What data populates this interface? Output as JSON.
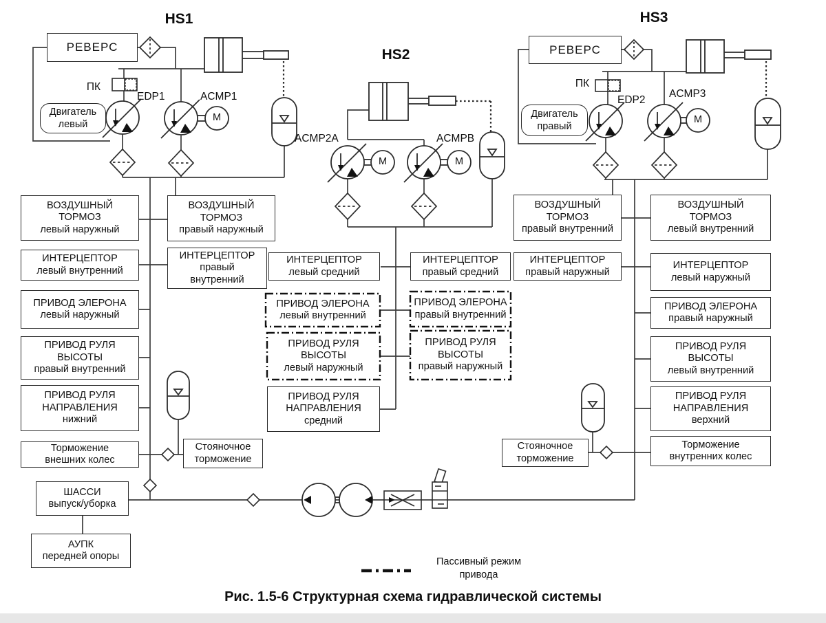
{
  "figure": {
    "caption": "Рис. 1.5-6 Структурная схема гидравлической системы",
    "legend": {
      "label": "Пассивный режим\nпривода"
    }
  },
  "systems": {
    "hs1": {
      "label": "HS1",
      "reverse": "РЕВЕРС",
      "pk": "ПК",
      "engine": "Двигатель\nлевый",
      "pump1": "EDP1",
      "pump2": "ACMP1",
      "motor": "M"
    },
    "hs2": {
      "label": "HS2",
      "pump1": "ACMP2A",
      "pump2": "ACMPB",
      "motor1": "M",
      "motor2": "M"
    },
    "hs3": {
      "label": "HS3",
      "reverse": "РЕВЕРС",
      "pk": "ПК",
      "engine": "Двигатель\nправый",
      "pump1": "EDP2",
      "pump2": "ACMP3",
      "motor": "M"
    }
  },
  "consumers": [
    {
      "text": "ВОЗДУШНЫЙ\nТОРМОЗ\nлевый наружный",
      "passive": false
    },
    {
      "text": "ИНТЕРЦЕПТОР\nлевый внутренний",
      "passive": false
    },
    {
      "text": "ПРИВОД ЭЛЕРОНА\nлевый наружный",
      "passive": false
    },
    {
      "text": "ПРИВОД РУЛЯ\nВЫСОТЫ\nправый внутренний",
      "passive": false
    },
    {
      "text": "ПРИВОД РУЛЯ\nНАПРАВЛЕНИЯ\nнижний",
      "passive": false
    },
    {
      "text": "Торможение\nвнешних колес",
      "passive": false
    },
    {
      "text": "ШАССИ\nвыпуск/уборка",
      "passive": false
    },
    {
      "text": "АУПК\nпередней опоры",
      "passive": false
    },
    {
      "text": "ВОЗДУШНЫЙ\nТОРМОЗ\nправый наружный",
      "passive": false
    },
    {
      "text": "ИНТЕРЦЕПТОР\nправый\nвнутренний",
      "passive": false
    },
    {
      "text": "ИНТЕРЦЕПТОР\nлевый средний",
      "passive": false
    },
    {
      "text": "ПРИВОД ЭЛЕРОНА\nлевый внутренний",
      "passive": true
    },
    {
      "text": "ПРИВОД РУЛЯ\nВЫСОТЫ\nлевый наружный",
      "passive": true
    },
    {
      "text": "ПРИВОД РУЛЯ\nНАПРАВЛЕНИЯ\nсредний",
      "passive": false
    },
    {
      "text": "ИНТЕРЦЕПТОР\nправый средний",
      "passive": false
    },
    {
      "text": "ПРИВОД ЭЛЕРОНА\nправый внутренний",
      "passive": true
    },
    {
      "text": "ПРИВОД РУЛЯ\nВЫСОТЫ\nправый наружный",
      "passive": true
    },
    {
      "text": "ВОЗДУШНЫЙ\nТОРМОЗ\nправый внутренний",
      "passive": false
    },
    {
      "text": "ИНТЕРЦЕПТОР\nправый наружный",
      "passive": false
    },
    {
      "text": "ВОЗДУШНЫЙ\nТОРМОЗ\nлевый внутренний",
      "passive": false
    },
    {
      "text": "ИНТЕРЦЕПТОР\nлевый наружный",
      "passive": false
    },
    {
      "text": "ПРИВОД ЭЛЕРОНА\nправый наружный",
      "passive": false
    },
    {
      "text": "ПРИВОД РУЛЯ\nВЫСОТЫ\nлевый внутренний",
      "passive": false
    },
    {
      "text": "ПРИВОД РУЛЯ\nНАПРАВЛЕНИЯ\nверхний",
      "passive": false
    },
    {
      "text": "Торможение\nвнутренних колес",
      "passive": false
    },
    {
      "text": "Стояночное\nторможение",
      "passive": false
    },
    {
      "text": "Стояночное\nторможение",
      "passive": false
    }
  ]
}
